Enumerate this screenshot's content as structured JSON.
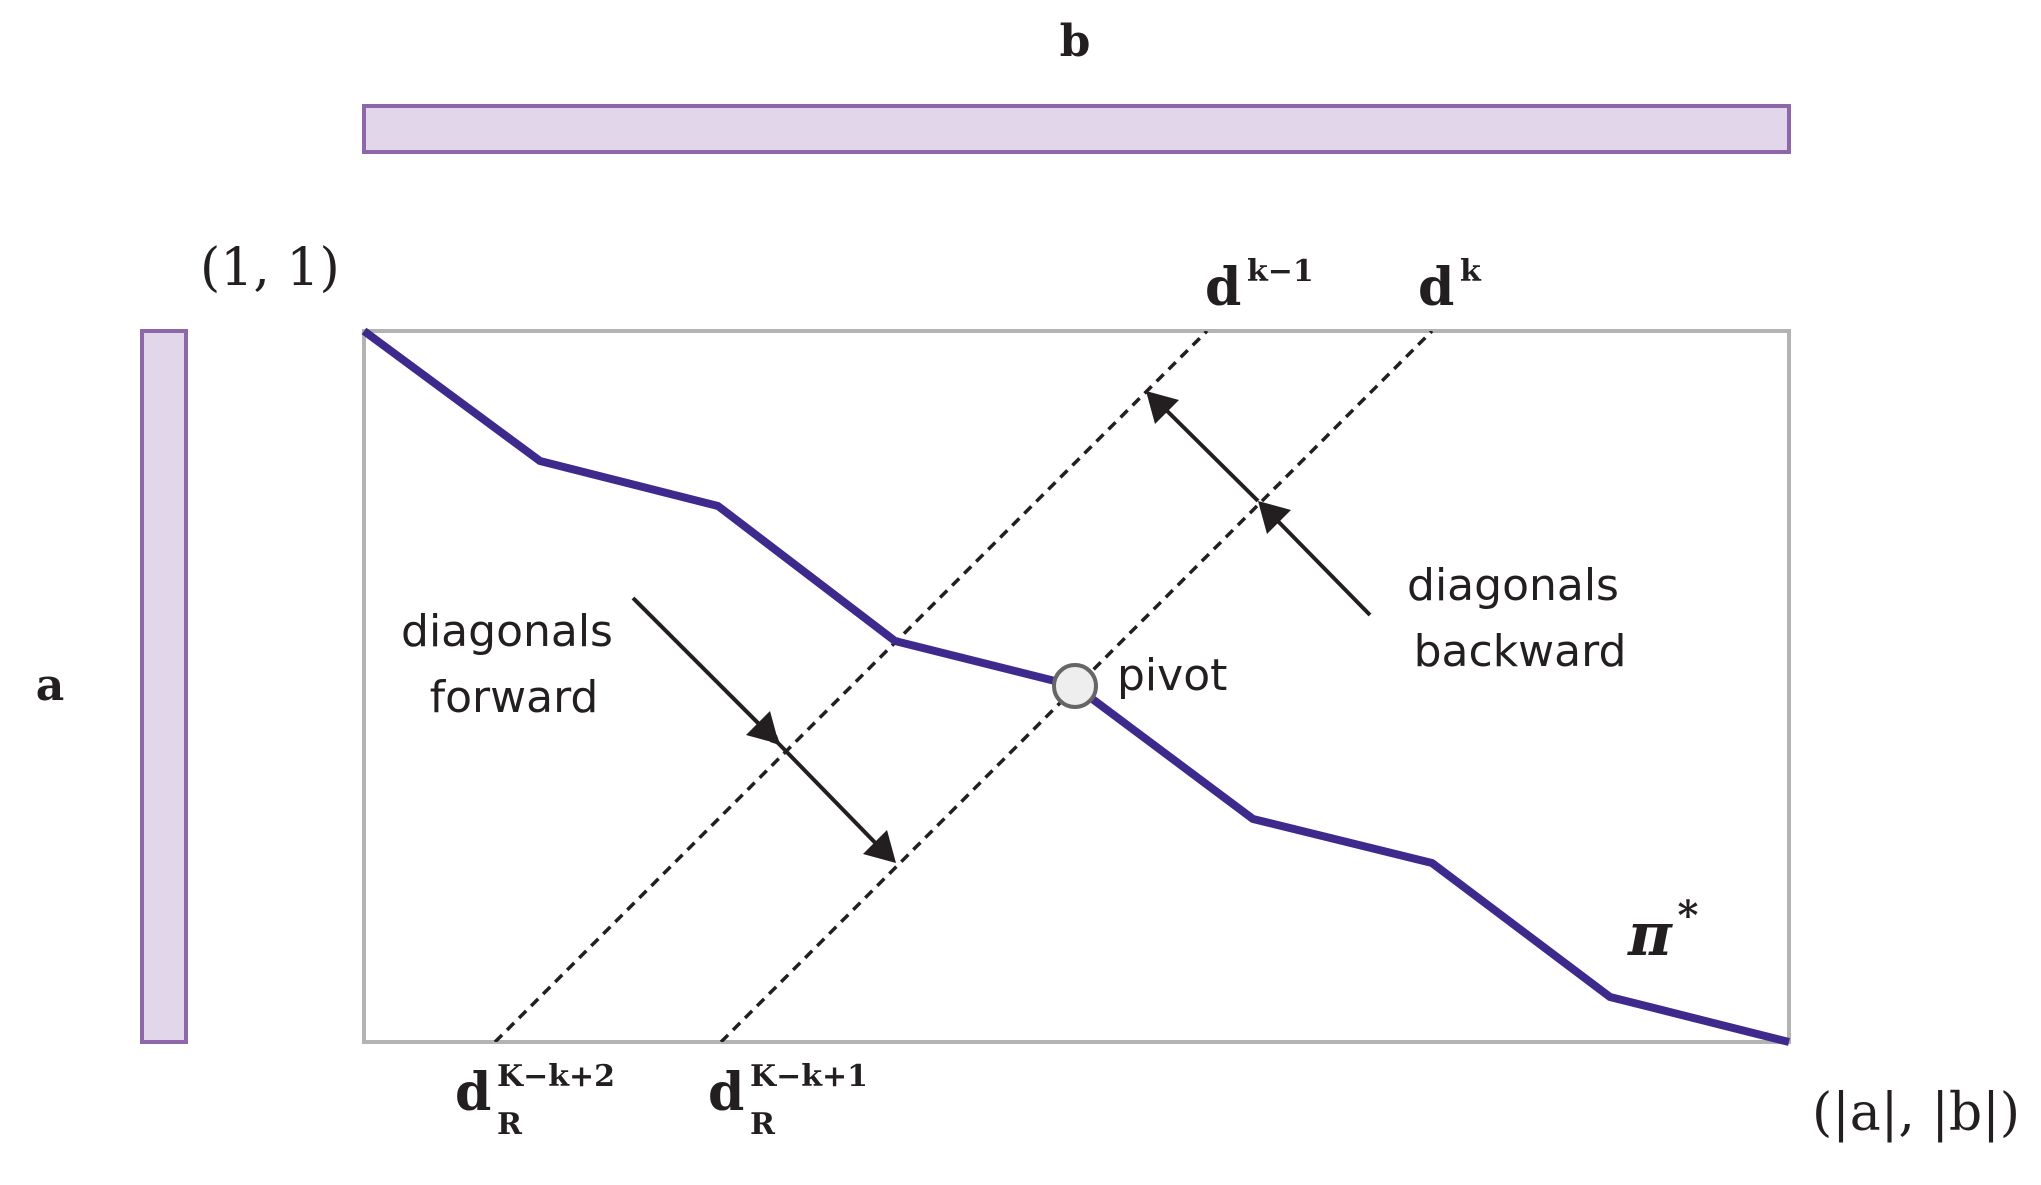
{
  "labels": {
    "b_vector": "b",
    "a_vector": "a",
    "start_corner": "(1, 1)",
    "end_corner": "(|a|, |b|)",
    "diag_k_minus_1": {
      "base": "d",
      "sup": "k−1"
    },
    "diag_k": {
      "base": "d",
      "sup": "k"
    },
    "diag_R_k2": {
      "base": "d",
      "sub": "R",
      "sup": "K−k+2"
    },
    "diag_R_k1": {
      "base": "d",
      "sub": "R",
      "sup": "K−k+1"
    },
    "forward_line1": "diagonals",
    "forward_line2": "forward",
    "backward_line1": "diagonals",
    "backward_line2": "backward",
    "pivot": "pivot",
    "path": {
      "base": "π",
      "sup": "*"
    }
  },
  "colors": {
    "vector_fill": "#e2d6ea",
    "vector_stroke": "#8e67a8",
    "matrix_border": "#b3b3b3",
    "path": "#3e2a8c",
    "arrow": "#231f20",
    "pivot_fill": "#eeeeee",
    "pivot_stroke": "#666666"
  }
}
